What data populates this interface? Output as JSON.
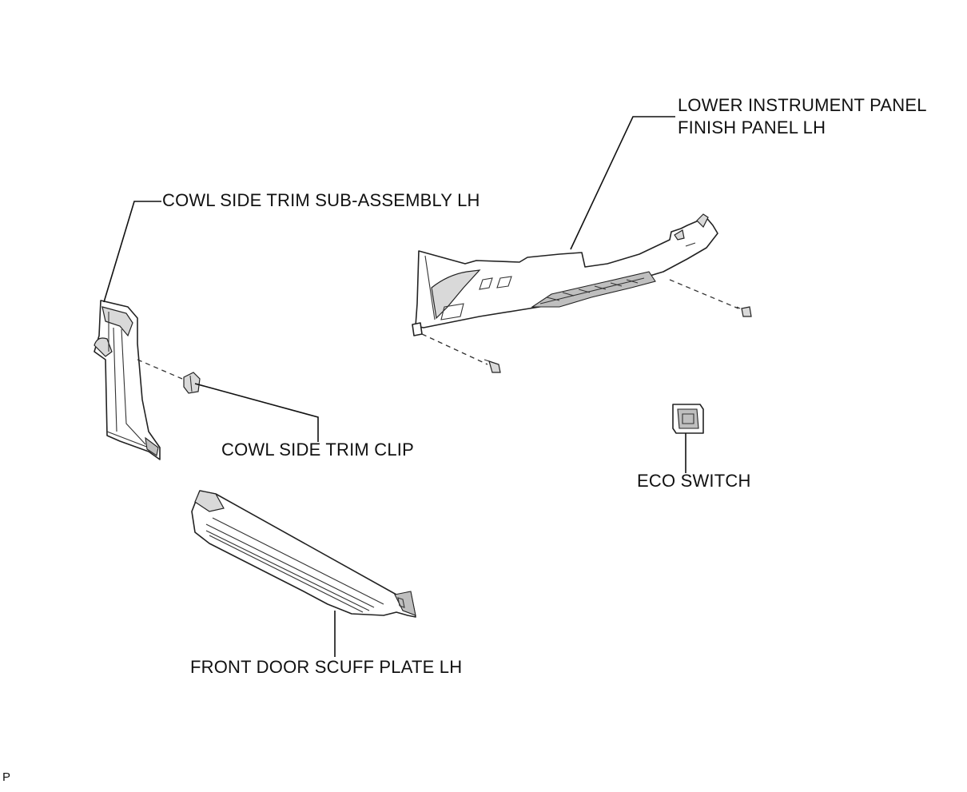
{
  "labels": {
    "lower_panel_line1": "LOWER INSTRUMENT PANEL",
    "lower_panel_line2": "FINISH PANEL LH",
    "cowl_trim": "COWL SIDE TRIM SUB-ASSEMBLY LH",
    "cowl_clip": "COWL SIDE TRIM CLIP",
    "eco_switch": "ECO SWITCH",
    "scuff_plate": "FRONT DOOR SCUFF PLATE LH"
  },
  "corner_mark": "P",
  "colors": {
    "line": "#111111",
    "part_fill": "#ffffff",
    "shade": "#d9d9d9"
  }
}
